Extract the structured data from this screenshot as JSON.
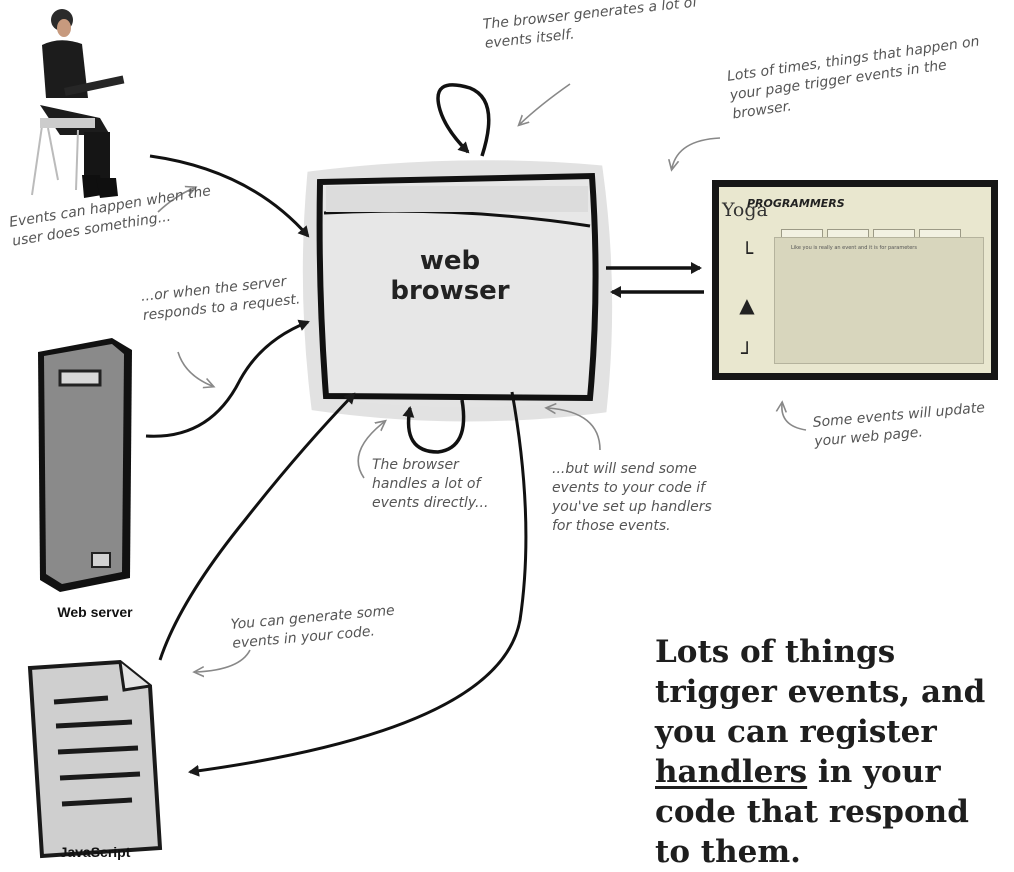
{
  "browser": {
    "label_line1": "web",
    "label_line2": "browser"
  },
  "notes": {
    "browser_self": "The browser generates a lot of events itself.",
    "page_trigger": "Lots of times, things that happen on your page trigger events in the browser.",
    "user": "Events can happen when the user does something...",
    "server": "...or when the server responds to a request.",
    "browser_handles": "The browser handles a lot of events directly...",
    "send_code": "...but will send some events to your code if you've set up handlers for those events.",
    "update_page": "Some events will update your web page.",
    "generate_code": "You can generate some events in your code."
  },
  "labels": {
    "server": "Web server",
    "javascript": "JavaScript"
  },
  "webpage": {
    "title": "PROGRAMMERS",
    "logo": "Yoga",
    "content_text": "Like you is really an event and it is for parameters"
  },
  "headline": {
    "part1": "Lots of things trigger events, and you can register ",
    "emphasis": "handlers",
    "part2": " in your code that respond to them."
  }
}
